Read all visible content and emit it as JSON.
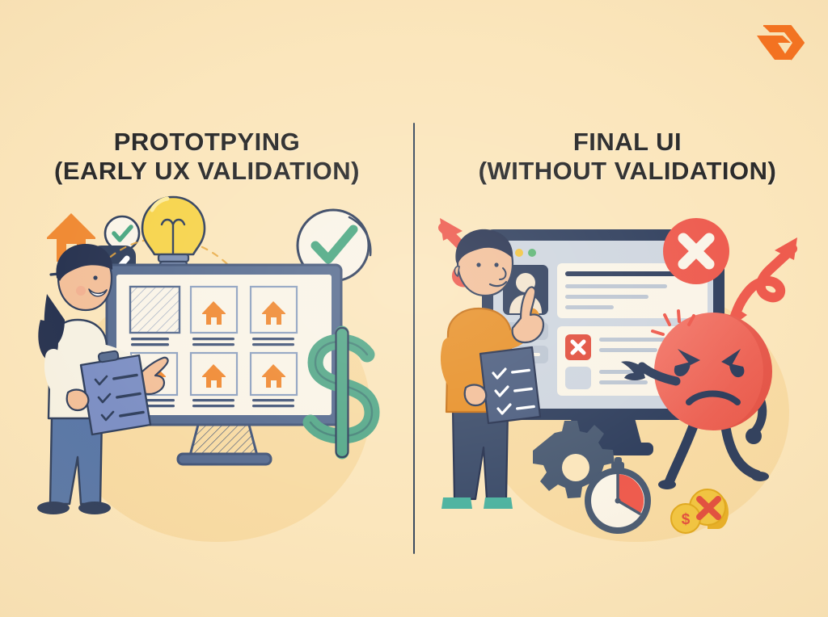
{
  "poster": {
    "background_color": "#FBE6BC",
    "divider_color": "#3A4A5E",
    "title_color": "#2B2B2B"
  },
  "brand": {
    "logo_name": "r-hexagon-logo",
    "logo_color": "#F5701E"
  },
  "panels": [
    {
      "id": "left",
      "title_line1": "PROTOTPYING",
      "title_line2": "(EARLY UX VALIDATION)",
      "scene_name": "prototyping-scene",
      "elements": [
        {
          "name": "house-icon",
          "color": "#F08B35"
        },
        {
          "name": "check-badge-small-icon",
          "color": "#4CA882"
        },
        {
          "name": "check-square-icon",
          "color": "#32415E"
        },
        {
          "name": "lightbulb-icon",
          "color": "#F7D44C"
        },
        {
          "name": "curved-arrow-right-icon",
          "color": "#32415E"
        },
        {
          "name": "curved-arrow-down-icon",
          "color": "#32415E"
        },
        {
          "name": "big-check-circle-icon",
          "color": "#4CA882"
        },
        {
          "name": "desktop-monitor-wireframe",
          "color": "#5A6E91"
        },
        {
          "name": "dollar-sign-icon",
          "color": "#57A98A"
        },
        {
          "name": "woman-with-clipboard",
          "color": "#5A78A8"
        }
      ]
    },
    {
      "id": "right",
      "title_line1": "FINAL UI",
      "title_line2": "(WITHOUT VALIDATION)",
      "scene_name": "final-ui-scene",
      "elements": [
        {
          "name": "red-loop-arrow-left-icon",
          "color": "#EE5B4E"
        },
        {
          "name": "red-loop-arrow-right-icon",
          "color": "#EE5B4E"
        },
        {
          "name": "error-circle-icon",
          "color": "#EE5B4E"
        },
        {
          "name": "desktop-monitor-ui",
          "color": "#31405E"
        },
        {
          "name": "avatar-icon",
          "color": "#31405E"
        },
        {
          "name": "error-checkbox-icon",
          "color": "#E2503F"
        },
        {
          "name": "angry-face-character",
          "color": "#F0685C"
        },
        {
          "name": "gear-icon",
          "color": "#4C5C73"
        },
        {
          "name": "stopwatch-icon",
          "color": "#4C5C73"
        },
        {
          "name": "coins-with-x-icon",
          "color": "#F2C541"
        },
        {
          "name": "man-with-clipboard",
          "color": "#E8922B"
        }
      ]
    }
  ],
  "palette": {
    "navy": "#31405E",
    "slate": "#4C5C73",
    "steel": "#5A6E91",
    "orange": "#F08B35",
    "orange_dark": "#E07C24",
    "amber": "#E8922B",
    "yellow": "#F7D44C",
    "green": "#57A98A",
    "green_check": "#4CA882",
    "red": "#EE5B4E",
    "red_dark": "#E2503F",
    "cream": "#FBE6BC",
    "cream_light": "#FAF4E7",
    "blob": "#F7D79B",
    "gray_line": "#C3CBD6",
    "gray_box": "#CFD6DF",
    "white": "#FFFFFF"
  }
}
